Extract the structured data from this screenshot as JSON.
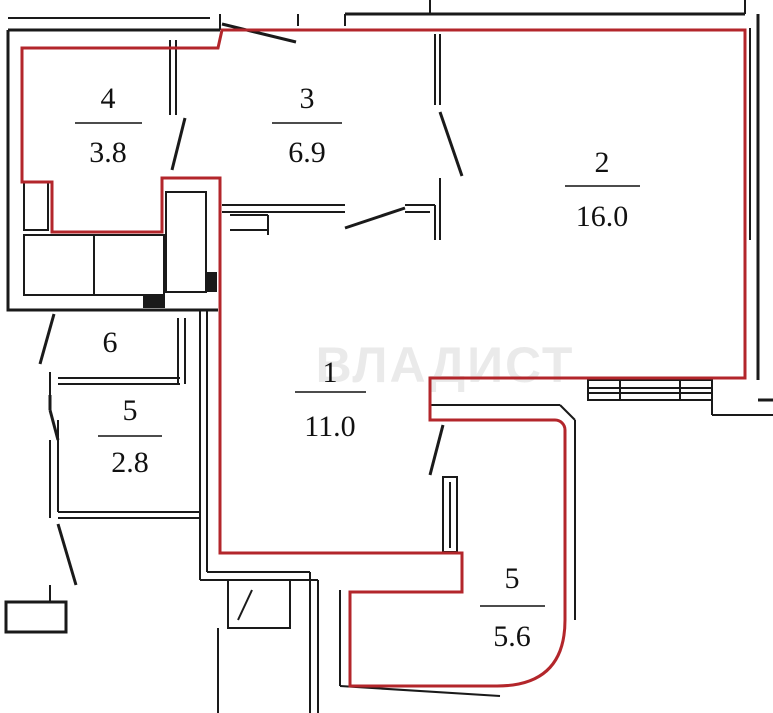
{
  "watermark": "ВЛАДИСТ",
  "rooms": [
    {
      "id": "room-4",
      "number": "4",
      "area": "3.8"
    },
    {
      "id": "room-3",
      "number": "3",
      "area": "6.9"
    },
    {
      "id": "room-2",
      "number": "2",
      "area": "16.0"
    },
    {
      "id": "room-1",
      "number": "1",
      "area": "11.0"
    },
    {
      "id": "room-6",
      "number": "6",
      "area": ""
    },
    {
      "id": "room-5-left",
      "number": "5",
      "area": "2.8"
    },
    {
      "id": "room-5-balcony",
      "number": "5",
      "area": "5.6"
    }
  ],
  "colors": {
    "outline": "#b3262b",
    "wall": "#1a1a1a"
  }
}
